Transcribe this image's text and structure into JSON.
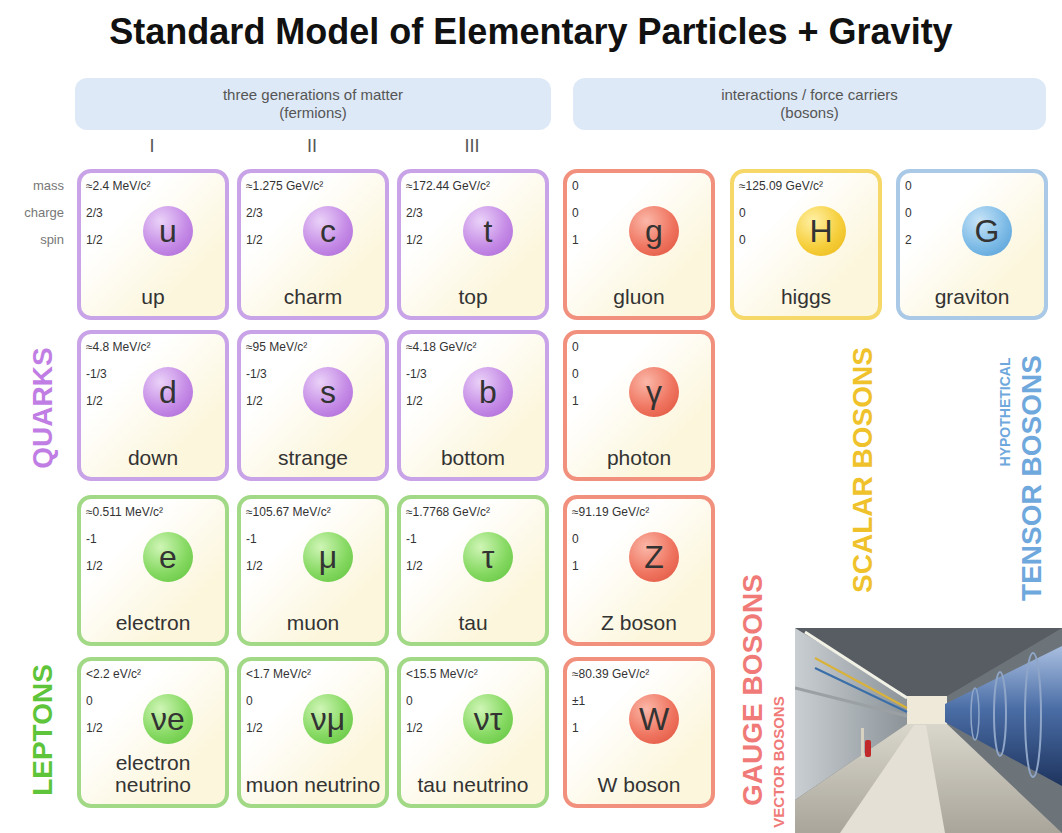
{
  "diagram": {
    "title": "Standard Model of Elementary Particles + Gravity",
    "nodes": [
      {
        "text": [
          "three generations of matter (fermions)"
        ]
      },
      {
        "text": [
          "interactions / force carriers (bosons)"
        ]
      },
      {
        "text": [
          "≈2.4 MeV/c²",
          "2/3",
          "1/2",
          "up"
        ]
      },
      {
        "text": [
          "u"
        ],
        "in": 2
      },
      {
        "text": [
          "≈1.275 GeV/c²",
          "2/3",
          "1/2",
          "charm"
        ]
      },
      {
        "text": [
          "c"
        ],
        "in": 4
      },
      {
        "text": [
          "≈172.44 GeV/c²",
          "2/3",
          "1/2",
          "top"
        ]
      },
      {
        "text": [
          "t"
        ],
        "in": 6
      },
      {
        "text": [
          "0",
          "0",
          "1",
          "gluon"
        ]
      },
      {
        "text": [
          "g"
        ],
        "in": 8
      },
      {
        "text": [
          "≈125.09 GeV/c²",
          "0",
          "0",
          "higgs"
        ]
      },
      {
        "text": [
          "H"
        ],
        "in": 10
      },
      {
        "text": [
          "0",
          "0",
          "2",
          "graviton"
        ]
      },
      {
        "text": [
          "G"
        ],
        "in": 12
      },
      {
        "text": [
          "≈4.8 MeV/c²",
          "-1/3",
          "1/2",
          "down"
        ]
      },
      {
        "text": [
          "d"
        ],
        "in": 14
      },
      {
        "text": [
          "≈95 MeV/c²",
          "-1/3",
          "1/2",
          "strange"
        ]
      },
      {
        "text": [
          "s"
        ],
        "in": 16
      },
      {
        "text": [
          "≈4.18 GeV/c²",
          "-1/3",
          "1/2",
          "bottom"
        ]
      },
      {
        "text": [
          "b"
        ],
        "in": 18
      },
      {
        "text": [
          "0",
          "0",
          "1",
          "photon"
        ]
      },
      {
        "text": [
          "γ"
        ],
        "in": 20
      },
      {
        "text": [
          "≈0.511 MeV/c²",
          "-1",
          "1/2",
          "electron"
        ]
      },
      {
        "text": [
          "e"
        ],
        "in": 22
      },
      {
        "text": [
          "≈105.67 MeV/c²",
          "-1",
          "1/2",
          "muon"
        ]
      },
      {
        "text": [
          "μ"
        ],
        "in": 24
      },
      {
        "text": [
          "≈1.7768 GeV/c²",
          "-1",
          "1/2",
          "tau"
        ]
      },
      {
        "text": [
          "τ"
        ],
        "in": 26
      },
      {
        "text": [
          "≈91.19 GeV/c²",
          "0",
          "1",
          "Z boson"
        ]
      },
      {
        "text": [
          "Z"
        ],
        "in": 28
      },
      {
        "text": [
          "<2.2 eV/c²",
          "0",
          "1/2",
          "electron neutrino"
        ]
      },
      {
        "text": [
          "νe"
        ],
        "in": 30
      },
      {
        "text": [
          "<1.7 MeV/c²",
          "0",
          "1/2",
          "muon neutrino"
        ]
      },
      {
        "text": [
          "νμ"
        ],
        "in": 32
      },
      {
        "text": [
          "<15.5 MeV/c²",
          "0",
          "1/2",
          "tau neutrino"
        ]
      },
      {
        "text": [
          "ντ"
        ],
        "in": 34
      },
      {
        "text": [
          "≈80.39 GeV/c²",
          "±1",
          "1",
          "W boson"
        ]
      },
      {
        "text": [
          "W"
        ],
        "in": 36
      }
    ],
    "labels": [
      "I",
      "II",
      "III",
      "mass",
      "charge",
      "spin",
      "QUARKS",
      "LEPTONS",
      "GAUGE BOSONS",
      "VECTOR BOSONS",
      "SCALAR BOSONS",
      "HYPOTHETICAL",
      "TENSOR BOSONS"
    ]
  }
}
